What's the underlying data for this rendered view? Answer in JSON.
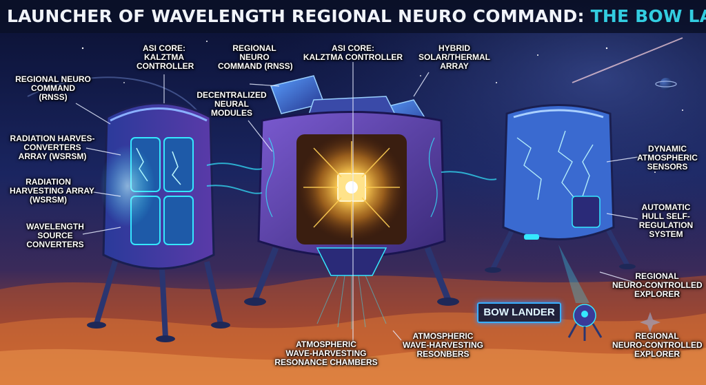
{
  "header": {
    "title_main": "LAUNCHER OF WAVELENGTH REGIONAL NEURO COMMAND: ",
    "title_accent": "THE BOW LANDER"
  },
  "colors": {
    "title_text": "#f1f4fa",
    "title_accent": "#33cde0",
    "glow_cyan": "#35e8ff",
    "core_gold": "#ffcf55",
    "hull_purple": "#5a3aa8",
    "sky_deep": "#0b1230",
    "nebula_orange": "#d2602a"
  },
  "labels": {
    "asi_core_left": "ASI CORE:\nKALZTMA\nCONTROLLER",
    "rnss_left": "REGIONAL NEURO\nCOMMAND\n(RNSS)",
    "radiation_converters": "RADIATION HARVES-\nCONVERTERS\nARRAY (WSRSM)",
    "radiation_array": "RADIATION\nHARVESTING ARRAY\n(WSRSM)",
    "wavelength_converters": "WAVELENGTH\nSOURCE\nCONVERTERS",
    "rnss_top": "REGIONAL\nNEURO\nCOMMAND (RNSS)",
    "decentralized": "DECENTRALIZED\nNEURAL\nMODULES",
    "asi_core_top": "ASI CORE:\nKALZTMA CONTROLLER",
    "hybrid_array": "HYBRID\nSOLAR/THERMAL\nARRAY",
    "dynamic_sensors": "DYNAMIC\nATMOSPHERIC\nSENSORS",
    "hull_regulation": "AUTOMATIC\nHULL SELF-\nREGULATION\nSYSTEM",
    "explorer_upper": "REGIONAL\nNEURO-CONTROLLED\nEXPLORER",
    "explorer_lower": "REGIONAL\nNEURO-CONTROLLED\nEXPLORER",
    "resonance_chambers": "ATMOSPHERIC\nWAVE-HARVESTING\nRESONANCE CHAMBERS",
    "resonbers": "ATMOSPHERIC\nWAVE-HARVESTING\nRESONBERS"
  },
  "badge": {
    "text": "BOW LANDER"
  },
  "icons": {
    "planet": "ringed-planet-icon",
    "sparkle": "sparkle-star-icon",
    "lander_left": "lander-pod-left",
    "lander_center": "lander-pod-center",
    "lander_right": "lander-pod-right",
    "explorer": "explorer-drone-icon"
  }
}
